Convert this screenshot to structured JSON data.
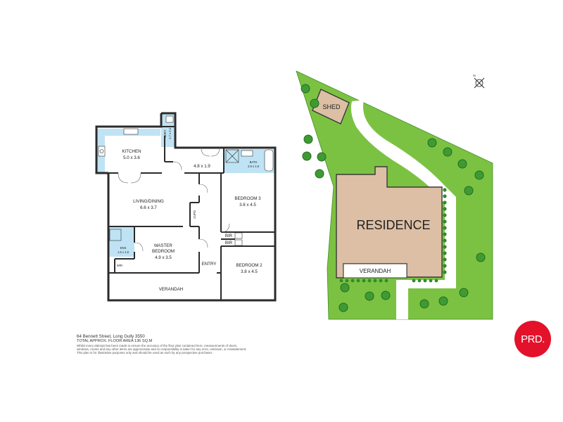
{
  "floor_plan": {
    "rooms": {
      "kitchen": {
        "name": "KITCHEN",
        "size": "5.0 x 3.6"
      },
      "hallway": {
        "size": "4.8 x 1.9"
      },
      "living": {
        "name": "LIVING/DINING",
        "size": "6.6 x 3.7"
      },
      "bedroom3": {
        "name": "BEDROOM 3",
        "size": "3.8 x 4.5"
      },
      "bath": {
        "name": "BATH",
        "size": "2.9 x 1.9"
      },
      "master": {
        "name_line1": "MASTER",
        "name_line2": "BEDROOM",
        "size": "4.9 x 3.5"
      },
      "bedroom2": {
        "name": "BEDROOM 2",
        "size": "3.8 x 4.5"
      },
      "ens": {
        "name": "ENS",
        "size": "1.5 x 1.6"
      },
      "laundry": {
        "name": "LDRY",
        "size": "1.7 x 2.4"
      },
      "cupboard": {
        "name": "CUPD"
      },
      "bir_upper": {
        "name": "BIR"
      },
      "bir_lower": {
        "name": "BIR"
      },
      "wir": {
        "name": "WIR"
      },
      "entry": {
        "name": "ENTRY"
      },
      "verandah": {
        "name": "VERANDAH"
      }
    }
  },
  "site_plan": {
    "residence": "RESIDENCE",
    "shed": "SHED",
    "verandah": "VERANDAH",
    "compass": "N"
  },
  "footer": {
    "address": "64 Bennett Street, Long Gully 3550",
    "floor_area": "TOTAL APPROX. FLOOR AREA 136 SQ.M",
    "disclaimer_1": "Whilst every attempt has been made to ensure the accuracy of the floor plan contained here, measurements of doors,",
    "disclaimer_2": "windows, rooms and any other items are approximate and no responsibility is taken for any error, omission, or misstatement.",
    "disclaimer_3": "This plan is for illustrative purposes only and should be used as such by any prospective purchaser."
  },
  "brand": {
    "logo_text": "PRD.",
    "logo_color": "#e4112b"
  },
  "colors": {
    "lawn": "#7cc242",
    "lawn_edge": "#3e8f25",
    "tree_dark": "#2e8b2a",
    "building": "#dcbfa4",
    "building_edge": "#3a3a3a",
    "wet_area": "#bfe3f4",
    "path": "#ffffff"
  }
}
